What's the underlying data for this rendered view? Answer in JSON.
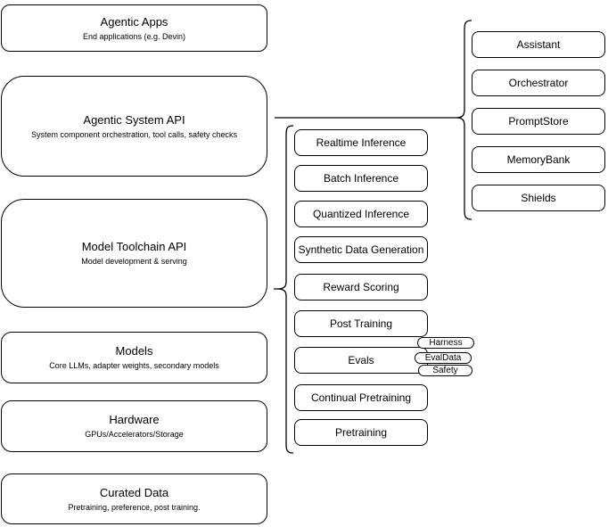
{
  "left_stack": [
    {
      "title": "Agentic Apps",
      "subtitle": "End applications (e.g. Devin)"
    },
    {
      "title": "Agentic System API",
      "subtitle": "System component orchestration, tool calls, safety checks"
    },
    {
      "title": "Model Toolchain API",
      "subtitle": "Model development & serving"
    },
    {
      "title": "Models",
      "subtitle": "Core LLMs, adapter weights, secondary models"
    },
    {
      "title": "Hardware",
      "subtitle": "GPUs/Accelerators/Storage"
    },
    {
      "title": "Curated Data",
      "subtitle": "Pretraining, preference, post training."
    }
  ],
  "toolchain_items": [
    "Realtime Inference",
    "Batch Inference",
    "Quantized Inference",
    "Synthetic Data Generation",
    "Reward Scoring",
    "Post Training",
    "Evals",
    "Continual Pretraining",
    "Pretraining"
  ],
  "evals_tags": [
    "Harness",
    "EvalData",
    "Safety"
  ],
  "system_components": [
    "Assistant",
    "Orchestrator",
    "PromptStore",
    "MemoryBank",
    "Shields"
  ],
  "colors": {
    "stroke": "#000000",
    "background": "#ffffff",
    "text": "#000000"
  }
}
